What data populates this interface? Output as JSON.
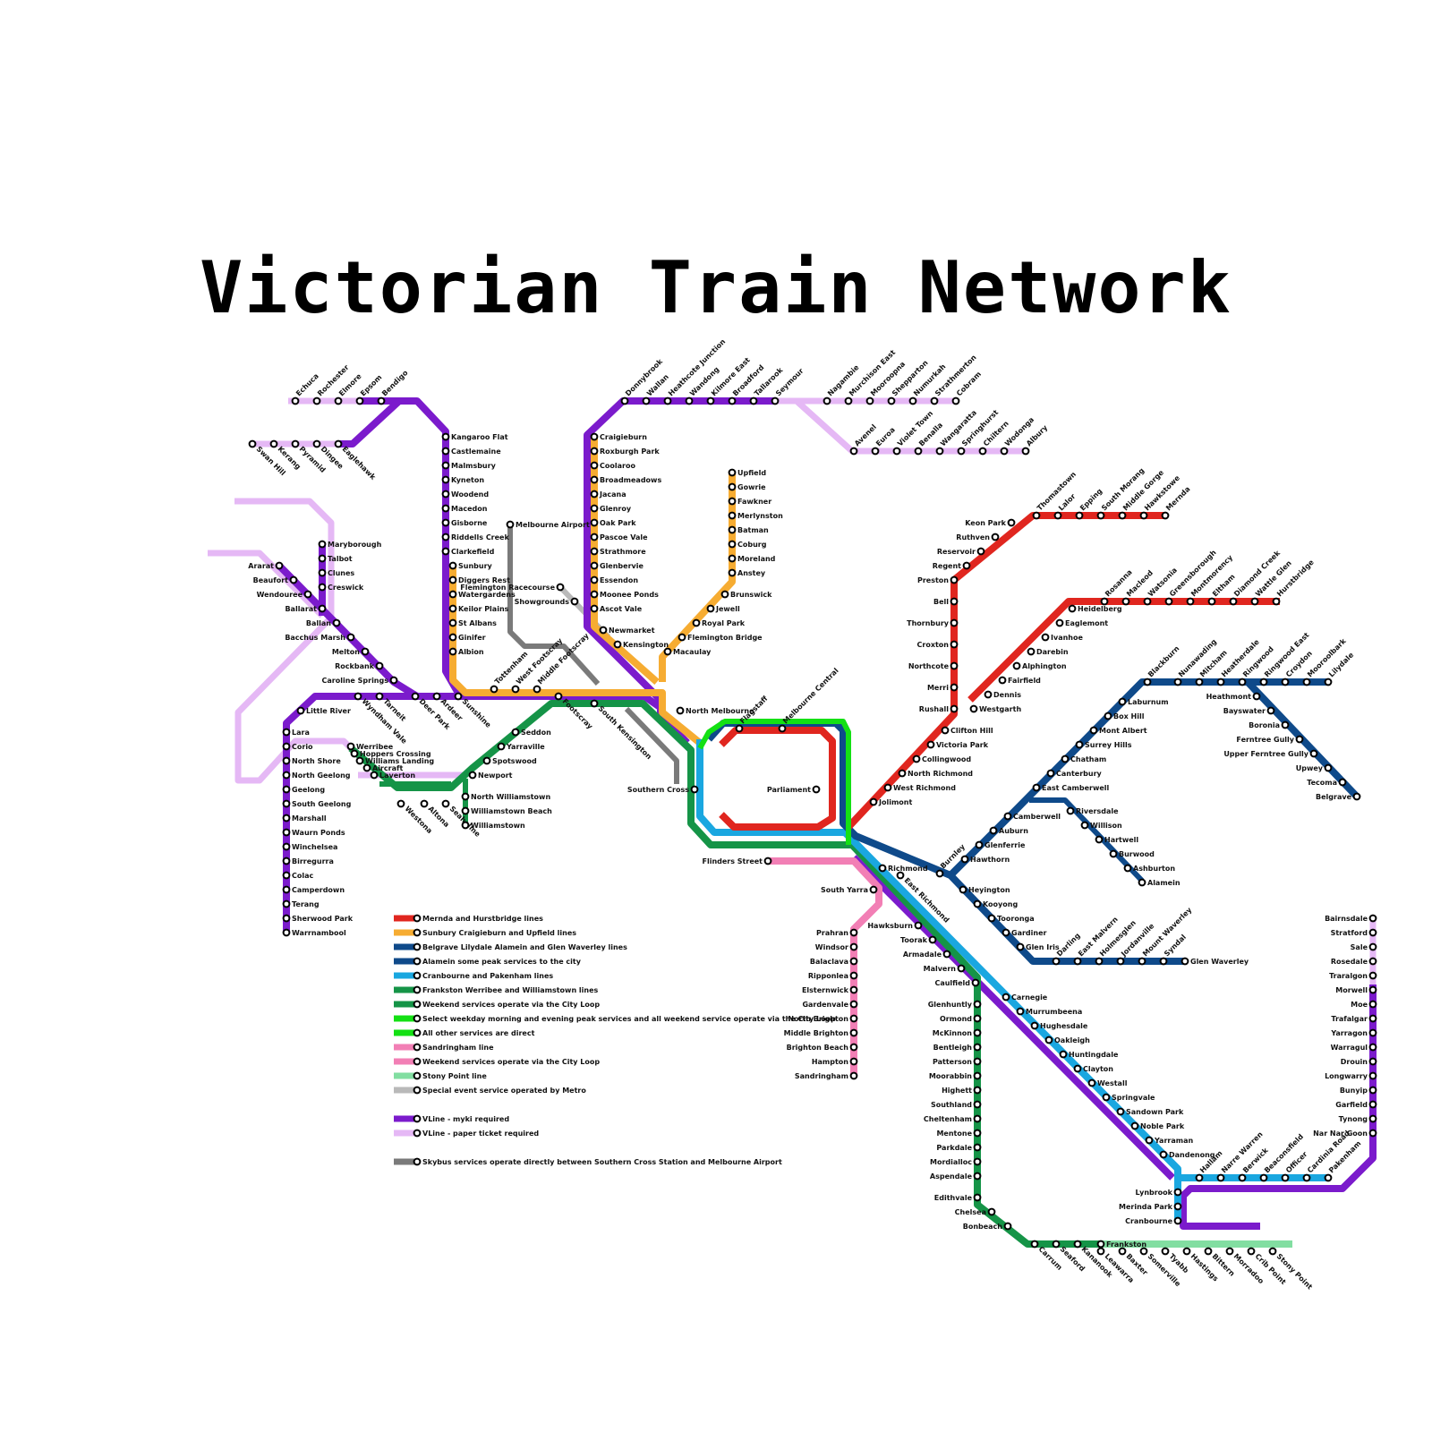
{
  "title": "Victorian Train Network",
  "lines": {
    "mernda": "#e0261f",
    "sunbury": "#f6ac32",
    "belgrave": "#0f4a8a",
    "cranbourne": "#1aa7e0",
    "frankston": "#159447",
    "cityloop": "#14e014",
    "sandringham": "#f27fb5",
    "stonypoint": "#82dea1",
    "special": "#b9b9b9",
    "vline": "#7b1bcc",
    "vline_paper": "#e5b8f5",
    "skybus": "#7a7a7a"
  },
  "legend": [
    {
      "color": "mernda",
      "label": "Mernda and Hurstbridge lines"
    },
    {
      "color": "sunbury",
      "label": "Sunbury Craigieburn and Upfield lines"
    },
    {
      "color": "belgrave",
      "label": "Belgrave Lilydale Alamein and Glen Waverley lines"
    },
    {
      "color": "belgrave",
      "label": "Alamein some peak services to the city"
    },
    {
      "color": "cranbourne",
      "label": "Cranbourne and Pakenham lines"
    },
    {
      "color": "frankston",
      "label": "Frankston Werribee and Williamstown lines"
    },
    {
      "color": "frankston",
      "label": "Weekend services operate via the City Loop"
    },
    {
      "color": "cityloop",
      "label": "Select weekday morning and evening peak services and all weekend service operate via the City Loop"
    },
    {
      "color": "cityloop",
      "label": "All other services are direct"
    },
    {
      "color": "sandringham",
      "label": "Sandringham line"
    },
    {
      "color": "sandringham",
      "label": "Weekend services operate via the City Loop"
    },
    {
      "color": "stonypoint",
      "label": "Stony Point line"
    },
    {
      "color": "special",
      "label": "Special event service operated by Metro"
    },
    {
      "color": "vline",
      "label": "VLine - myki required"
    },
    {
      "color": "vline_paper",
      "label": "VLine - paper ticket required"
    },
    {
      "color": "skybus",
      "label": "Skybus services operate directly between Southern Cross Station and Melbourne Airport"
    }
  ],
  "stations": {
    "bendigo_north": [
      "Echuca",
      "Rochester",
      "Elmore",
      "Epsom",
      "Bendigo"
    ],
    "swan_hill": [
      "Swan Hill",
      "Kerang",
      "Pyramid",
      "Dingee",
      "Eaglehawk"
    ],
    "bendigo_line": [
      "Kangaroo Flat",
      "Castlemaine",
      "Malmsbury",
      "Kyneton",
      "Woodend",
      "Macedon",
      "Gisborne",
      "Riddells Creek",
      "Clarkefield"
    ],
    "sunbury_line": [
      "Sunbury",
      "Diggers Rest",
      "Watergardens",
      "Keilor Plains",
      "St Albans",
      "Ginifer",
      "Albion"
    ],
    "seymour_line": [
      "Donnybrook",
      "Wallan",
      "Heathcote Junction",
      "Wandong",
      "Kilmore East",
      "Broadford",
      "Tallarook",
      "Seymour"
    ],
    "shepparton": [
      "Nagambie",
      "Murchison East",
      "Mooroopna",
      "Shepparton",
      "Numurkah",
      "Strathmerton",
      "Cobram"
    ],
    "albury": [
      "Avenel",
      "Euroa",
      "Violet Town",
      "Benalla",
      "Wangaratta",
      "Springhurst",
      "Chiltern",
      "Wodonga",
      "Albury"
    ],
    "craigieburn_line": [
      "Craigieburn",
      "Roxburgh Park",
      "Coolaroo",
      "Broadmeadows",
      "Jacana",
      "Glenroy",
      "Oak Park",
      "Pascoe Vale",
      "Strathmore",
      "Glenbervie",
      "Essendon",
      "Moonee Ponds",
      "Ascot Vale",
      "Newmarket",
      "Kensington"
    ],
    "upfield_line": [
      "Upfield",
      "Gowrie",
      "Fawkner",
      "Merlynston",
      "Batman",
      "Coburg",
      "Moreland",
      "Anstey",
      "Brunswick",
      "Jewell",
      "Royal Park",
      "Flemington Bridge",
      "Macaulay"
    ],
    "airport": [
      "Melbourne Airport"
    ],
    "racecourse": [
      "Flemington Racecourse",
      "Showgrounds"
    ],
    "ballarat_branch": [
      "Maryborough",
      "Talbot",
      "Clunes",
      "Creswick"
    ],
    "ararat_line": [
      "Ararat",
      "Beaufort",
      "Wendouree",
      "Ballarat",
      "Ballan",
      "Bacchus Marsh",
      "Melton",
      "Rockbank",
      "Caroline Springs"
    ],
    "geelong_line": [
      "Little River",
      "Lara",
      "Corio",
      "North Shore",
      "North Geelong",
      "Geelong",
      "South Geelong",
      "Marshall",
      "Waurn Ponds",
      "Winchelsea",
      "Birregurra",
      "Colac",
      "Camperdown",
      "Terang",
      "Sherwood Park",
      "Warrnambool"
    ],
    "rrl": [
      "Wyndham Vale",
      "Tarneit",
      "Deer Park",
      "Ardeer",
      "Sunshine",
      "Tottenham",
      "West Footscray",
      "Middle Footscray",
      "Footscray",
      "Seddon",
      "Yarraville",
      "Spotswood",
      "Newport",
      "South Kensington",
      "North Melbourne"
    ],
    "werribee_line": [
      "Werribee",
      "Hoppers Crossing",
      "Williams Landing",
      "Aircraft",
      "Laverton",
      "Westona",
      "Altona",
      "Seaholme"
    ],
    "williamstown": [
      "North Williamstown",
      "Williamstown Beach",
      "Williamstown"
    ],
    "city": [
      "Southern Cross",
      "Flagstaff",
      "Melbourne Central",
      "Parliament",
      "Flinders Street",
      "Richmond",
      "South Yarra",
      "East Richmond"
    ],
    "mernda_line": [
      "Mernda",
      "Hawkstowe",
      "Middle Gorge",
      "South Morang",
      "Epping",
      "Lalor",
      "Thomastown",
      "Keon Park",
      "Ruthven",
      "Reservoir",
      "Regent",
      "Preston",
      "Bell",
      "Thornbury",
      "Croxton",
      "Northcote",
      "Merri",
      "Rushall",
      "Clifton Hill",
      "Victoria Park",
      "Collingwood",
      "North Richmond",
      "West Richmond",
      "Jolimont"
    ],
    "hurstbridge_line": [
      "Hurstbridge",
      "Wattle Glen",
      "Diamond Creek",
      "Eltham",
      "Montmorency",
      "Greensborough",
      "Watsonia",
      "Macleod",
      "Rosanna",
      "Heidelberg",
      "Eaglemont",
      "Ivanhoe",
      "Darebin",
      "Alphington",
      "Fairfield",
      "Dennis",
      "Westgarth"
    ],
    "lilydale_line": [
      "Lilydale",
      "Mooroolbark",
      "Croydon",
      "Ringwood East",
      "Ringwood",
      "Heatherdale",
      "Mitcham",
      "Nunawading",
      "Blackburn",
      "Laburnum",
      "Box Hill",
      "Mont Albert",
      "Surrey Hills",
      "Chatham",
      "Canterbury",
      "East Camberwell",
      "Camberwell",
      "Auburn",
      "Glenferrie",
      "Hawthorn",
      "Burnley"
    ],
    "belgrave_line": [
      "Heathmont",
      "Bayswater",
      "Boronia",
      "Ferntree Gully",
      "Upper Ferntree Gully",
      "Upwey",
      "Tecoma",
      "Belgrave"
    ],
    "alamein_line": [
      "Riversdale",
      "Willison",
      "Hartwell",
      "Burwood",
      "Ashburton",
      "Alamein"
    ],
    "glen_waverley_line": [
      "Heyington",
      "Kooyong",
      "Tooronga",
      "Gardiner",
      "Glen Iris",
      "Darling",
      "East Malvern",
      "Holmesglen",
      "Jordanville",
      "Mount Waverley",
      "Syndal",
      "Glen Waverley"
    ],
    "sandringham_line": [
      "Prahran",
      "Windsor",
      "Balaclava",
      "Ripponlea",
      "Elsternwick",
      "Gardenvale",
      "North Brighton",
      "Middle Brighton",
      "Brighton Beach",
      "Hampton",
      "Sandringham"
    ],
    "caulfield_group": [
      "Hawksburn",
      "Toorak",
      "Armadale",
      "Malvern",
      "Caulfield"
    ],
    "frankston_line": [
      "Glenhuntly",
      "Ormond",
      "McKinnon",
      "Bentleigh",
      "Patterson",
      "Moorabbin",
      "Highett",
      "Southland",
      "Cheltenham",
      "Mentone",
      "Parkdale",
      "Mordialloc",
      "Aspendale",
      "Edithvale",
      "Chelsea",
      "Bonbeach",
      "Carrum",
      "Seaford",
      "Kananook",
      "Frankston"
    ],
    "stony_point_line": [
      "Leawarra",
      "Baxter",
      "Somerville",
      "Tyabb",
      "Hastings",
      "Bittern",
      "Morradoo",
      "Crib Point",
      "Stony Point"
    ],
    "dandenong_line": [
      "Carnegie",
      "Murrumbeena",
      "Hughesdale",
      "Oakleigh",
      "Huntingdale",
      "Clayton",
      "Westall",
      "Springvale",
      "Sandown Park",
      "Noble Park",
      "Yarraman",
      "Dandenong"
    ],
    "pakenham_line": [
      "Hallam",
      "Narre Warren",
      "Berwick",
      "Beaconsfield",
      "Officer",
      "Cardinia Road",
      "Pakenham"
    ],
    "cranbourne_line": [
      "Lynbrook",
      "Merinda Park",
      "Cranbourne"
    ],
    "gippsland": [
      "Bairnsdale",
      "Stratford",
      "Sale",
      "Rosedale",
      "Traralgon",
      "Morwell",
      "Moe",
      "Trafalgar",
      "Yarragon",
      "Warragul",
      "Drouin",
      "Longwarry",
      "Bunyip",
      "Garfield",
      "Tynong",
      "Nar Nar Goon"
    ]
  }
}
